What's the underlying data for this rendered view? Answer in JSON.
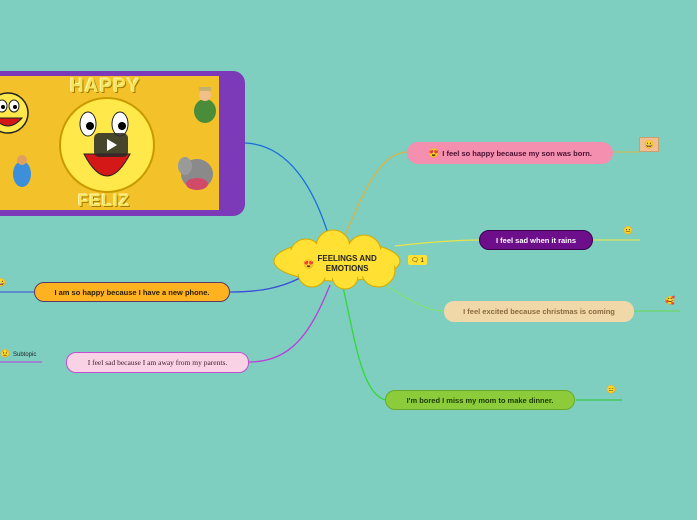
{
  "central": {
    "emoji": "😍",
    "label": "FEELINGS AND EMOTIONS",
    "line1": "FEELINGS AND",
    "line2": "EMOTIONS",
    "comment_count": "🗨 1"
  },
  "topics": {
    "happy_son": {
      "emoji": "😍",
      "label": "I feel so happy because my son was born.",
      "side_emoji": "😀"
    },
    "sad_rains": {
      "label": "I feel sad when it rains",
      "side_emoji": "😐"
    },
    "excited_christmas": {
      "label": "I feel excited because christmas is coming",
      "side_emoji": "🥰"
    },
    "bored_mom": {
      "label": "I'm bored I miss my mom to make dinner.",
      "side_emoji": "😑"
    },
    "happy_phone": {
      "label": "I am so happy because I have a new phone.",
      "side_emoji": "😀"
    },
    "sad_parents": {
      "label": "I feel sad because I am away from my parents.",
      "side_emoji": "😟",
      "subtopic": "Subtopic"
    }
  },
  "video": {
    "title_top": "HAPPY",
    "title_bottom": "FELIZ"
  },
  "colors": {
    "background": "#7ecfc0",
    "central": "#ffe033",
    "pink": "#f58fb0",
    "purple": "#6d0f8a",
    "beige": "#f0d8a8",
    "green": "#8ccc3a",
    "orange": "#ffb21f",
    "lightpink": "#f9d2e6"
  }
}
